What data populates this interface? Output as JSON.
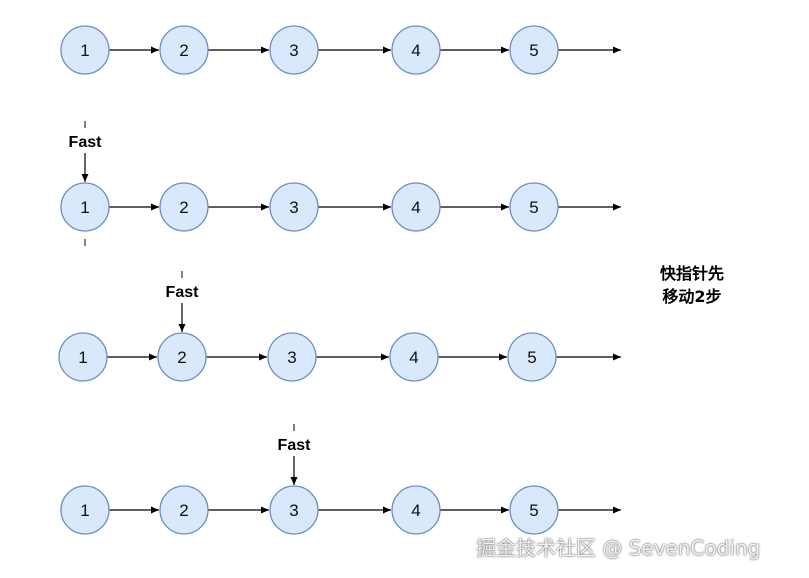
{
  "diagram": {
    "rows": [
      {
        "nodes": [
          "1",
          "2",
          "3",
          "4",
          "5"
        ],
        "pointer": null
      },
      {
        "nodes": [
          "1",
          "2",
          "3",
          "4",
          "5"
        ],
        "pointer": {
          "label": "Fast",
          "target_index": 0
        }
      },
      {
        "nodes": [
          "1",
          "2",
          "3",
          "4",
          "5"
        ],
        "pointer": {
          "label": "Fast",
          "target_index": 1
        }
      },
      {
        "nodes": [
          "1",
          "2",
          "3",
          "4",
          "5"
        ],
        "pointer": {
          "label": "Fast",
          "target_index": 2
        }
      }
    ],
    "caption_lines": [
      "快指针先",
      "移动2步"
    ],
    "colors": {
      "node_fill": "#dae8fc",
      "node_stroke": "#6c8ebf",
      "edge": "#000000"
    }
  },
  "watermark": "掘金技术社区 @ SevenCoding"
}
